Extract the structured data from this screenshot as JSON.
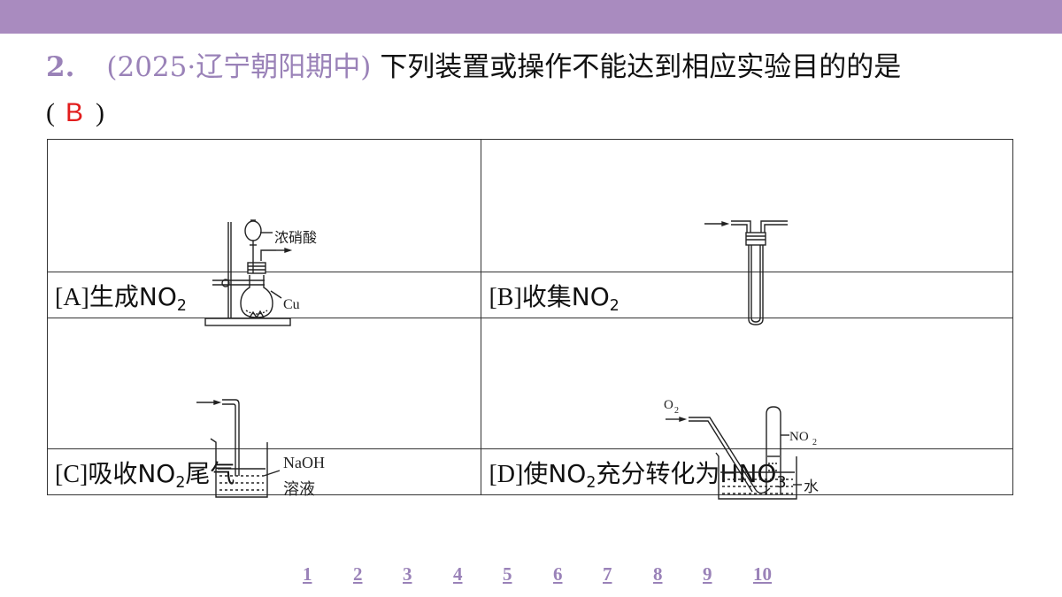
{
  "question": {
    "number": "2.",
    "source": "(2025·辽宁朝阳期中)",
    "text": "下列装置或操作不能达到相应实验目的的是",
    "paren_open": "(",
    "answer": "B",
    "paren_close": ")"
  },
  "options": [
    {
      "letter": "[A]",
      "caption_pre": "生成NO",
      "caption_sub": "2",
      "caption_post": "",
      "figure_labels": [
        "浓硝酸",
        "Cu"
      ]
    },
    {
      "letter": "[B]",
      "caption_pre": "收集NO",
      "caption_sub": "2",
      "caption_post": "",
      "figure_labels": []
    },
    {
      "letter": "[C]",
      "caption_pre": "吸收NO",
      "caption_sub": "2",
      "caption_post": "尾气",
      "figure_labels": [
        "NaOH",
        "溶液"
      ]
    },
    {
      "letter": "[D]",
      "caption_pre": "使NO",
      "caption_sub": "2",
      "caption_post": "充分转化为HNO",
      "caption_sub2": "3",
      "figure_labels": [
        "O",
        "2",
        "NO",
        "2",
        "水"
      ]
    }
  ],
  "pagination": [
    "1",
    "2",
    "3",
    "4",
    "5",
    "6",
    "7",
    "8",
    "9",
    "10"
  ],
  "colors": {
    "topbar": "#a98bbf",
    "accent": "#9a82b8",
    "answer": "#e21d1d"
  }
}
